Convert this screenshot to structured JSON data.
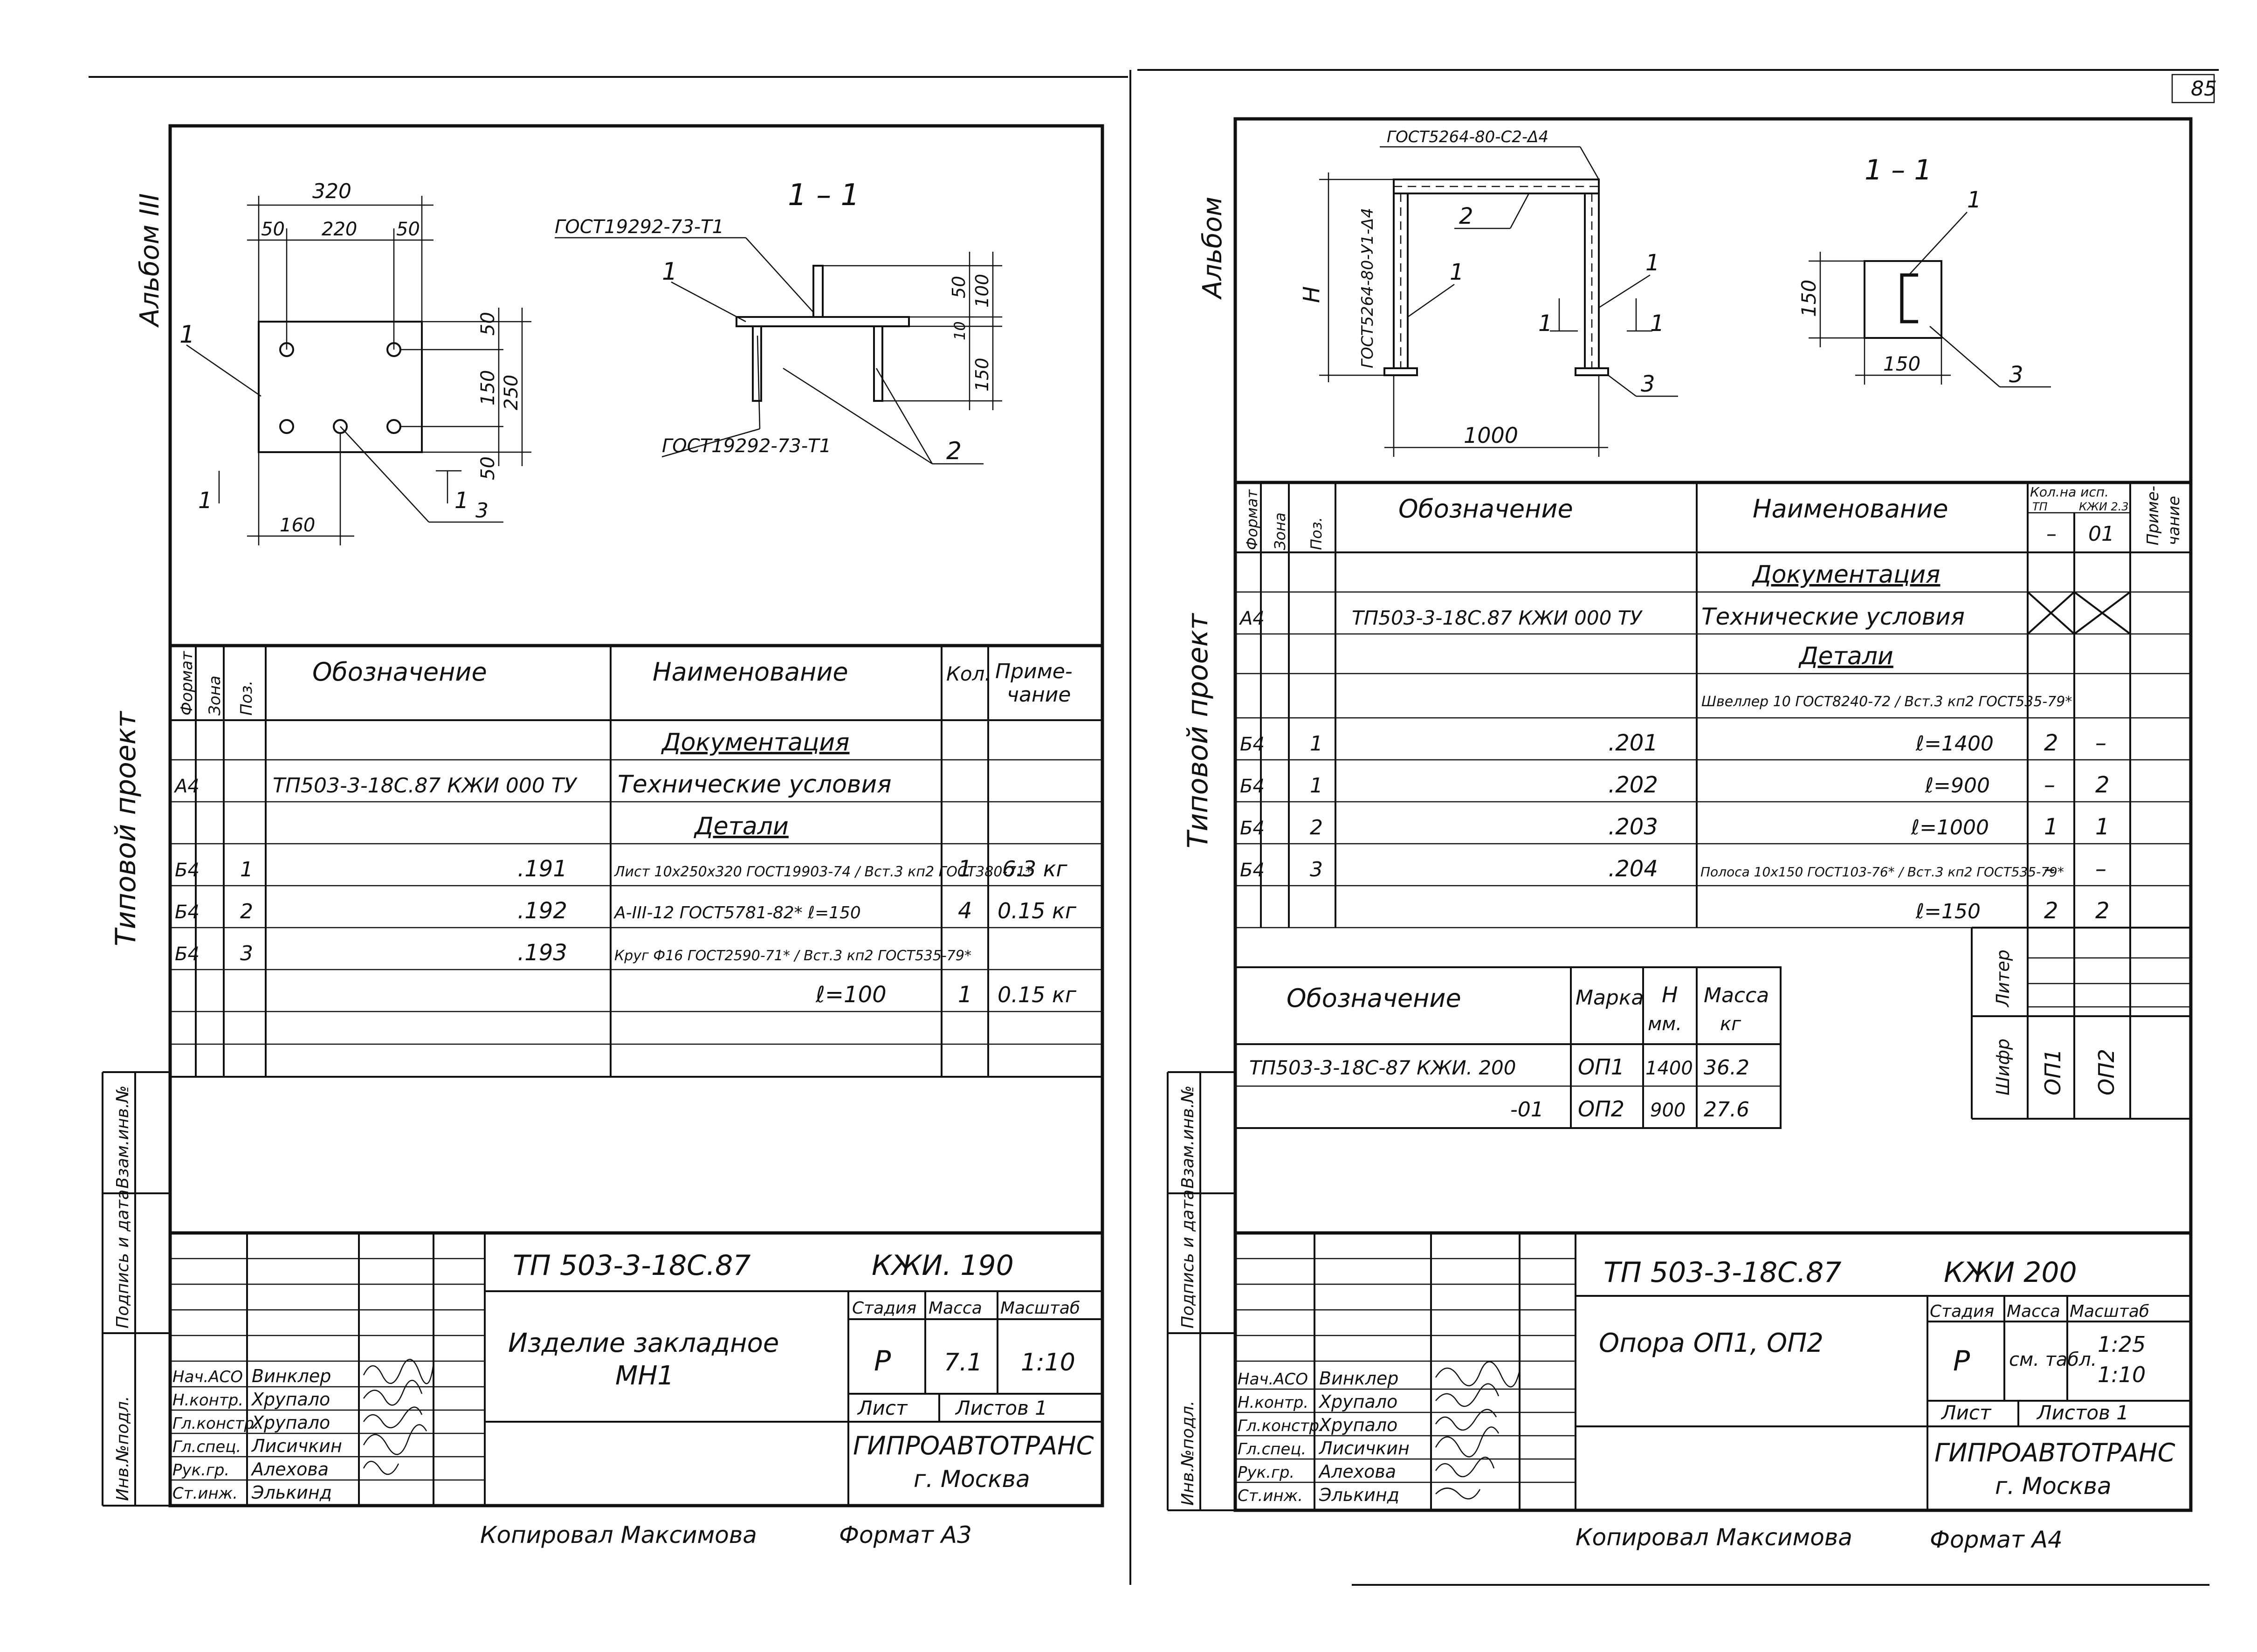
{
  "page_number": "85",
  "left": {
    "album": "Альбом III",
    "side_label": "Типовой проект",
    "drawing": {
      "dim_total": "320",
      "dim_50a": "50",
      "dim_220": "220",
      "dim_50b": "50",
      "dim_r50a": "50",
      "dim_r150": "150",
      "dim_r250": "250",
      "dim_r50b": "50",
      "dim_160": "160",
      "leader_1": "1",
      "leader_3": "3",
      "cut_left": "1",
      "cut_right": "1",
      "section_title": "1 – 1",
      "gost_top": "ГОСТ19292-73-Т1",
      "gost_bottom": "ГОСТ19292-73-Т1",
      "sec_leader_1": "1",
      "sec_leader_2": "2",
      "sec_dim_50": "50",
      "sec_dim_100": "100",
      "sec_dim_10": "10",
      "sec_dim_150": "150"
    },
    "spec": {
      "h_format": "Формат",
      "h_zone": "Зона",
      "h_pos": "Поз.",
      "h_designation": "Обозначение",
      "h_name": "Наименование",
      "h_qty": "Кол.",
      "h_note": "Приме-\nчание",
      "sec_docs": "Документация",
      "doc_row": {
        "format": "А4",
        "designation": "ТП503-3-18С.87 КЖИ 000 ТУ",
        "name": "Технические условия"
      },
      "sec_parts": "Детали",
      "rows": [
        {
          "format": "Б4",
          "pos": "1",
          "designation": ".191",
          "name": "Лист 10х250х320 ГОСТ19903-74 / Вст.3 кп2 ГОСТ380-71*",
          "qty": "1",
          "note": "6.3 кг"
        },
        {
          "format": "Б4",
          "pos": "2",
          "designation": ".192",
          "name": "А-III-12 ГОСТ5781-82* ℓ=150",
          "qty": "4",
          "note": "0.15 кг"
        },
        {
          "format": "Б4",
          "pos": "3",
          "designation": ".193",
          "name": "Круг Ф16 ГОСТ2590-71* / Вст.3 кп2 ГОСТ535-79*",
          "qty": "",
          "note": ""
        },
        {
          "format": "",
          "pos": "",
          "designation": "",
          "name": "ℓ=100",
          "qty": "1",
          "note": "0.15 кг"
        }
      ]
    },
    "side_stamp": [
      "Инв.№подл.",
      "Подпись и дата",
      "Взам.инв.№"
    ],
    "title_block": {
      "doc_code": "ТП 503-3-18С.87",
      "mark": "КЖИ. 190",
      "title_line1": "Изделие закладное",
      "title_line2": "МН1",
      "stage_h": "Стадия",
      "mass_h": "Масса",
      "scale_h": "Масштаб",
      "stage": "Р",
      "mass": "7.1",
      "scale": "1:10",
      "sheet_h": "Лист",
      "sheets_h": "Листов 1",
      "org": "ГИПРОАВТОТРАНС",
      "city": "г. Москва",
      "roles": [
        "Нач.АСО",
        "Н.контр.",
        "Гл.констр.",
        "Гл.спец.",
        "Рук.гр.",
        "Ст.инж."
      ],
      "names": [
        "Винклер",
        "Хрупало",
        "Хрупало",
        "Лисичкин",
        "Алехова",
        "Элькинд"
      ]
    },
    "footer_copied": "Копировал Максимова",
    "footer_format": "Формат А3"
  },
  "right": {
    "album": "Альбом",
    "side_label": "Типовой проект",
    "drawing": {
      "gost_top": "ГОСТ5264-80-С2-Δ4",
      "gost_side": "ГОСТ5264-80-У1-Δ4",
      "dim_h": "H",
      "dim_1000": "1000",
      "leader_1a": "1",
      "leader_1b": "1",
      "leader_2": "2",
      "leader_3": "3",
      "cut_left": "1",
      "cut_right": "1",
      "section_title": "1 – 1",
      "sec_leader_1": "1",
      "sec_leader_3": "3",
      "sec_dim_150v": "150",
      "sec_dim_150h": "150"
    },
    "spec": {
      "h_format": "Формат",
      "h_zone": "Зона",
      "h_pos": "Поз.",
      "h_designation": "Обозначение",
      "h_name": "Наименование",
      "h_qty": "Кол.на исп.",
      "h_qty_sub_a": "ТП",
      "h_qty_sub_b": "КЖИ 2.3",
      "h_col_a": "–",
      "h_col_b": "01",
      "h_note": "Приме-\nчание",
      "sec_docs": "Документация",
      "doc_row": {
        "format": "А4",
        "designation": "ТП503-3-18С.87  КЖИ 000 ТУ",
        "name": "Технические условия"
      },
      "sec_parts": "Детали",
      "channel": "Швеллер 10 ГОСТ8240-72 / Вст.3 кп2 ГОСТ535-79*",
      "rows": [
        {
          "format": "Б4",
          "pos": "1",
          "designation": ".201",
          "name": "ℓ=1400",
          "qa": "2",
          "qb": "–"
        },
        {
          "format": "Б4",
          "pos": "1",
          "designation": ".202",
          "name": "ℓ=900",
          "qa": "–",
          "qb": "2"
        },
        {
          "format": "Б4",
          "pos": "2",
          "designation": ".203",
          "name": "ℓ=1000",
          "qa": "1",
          "qb": "1"
        },
        {
          "format": "Б4",
          "pos": "3",
          "designation": ".204",
          "name": "Полоса 10х150 ГОСТ103-76* / Вст.3 кп2 ГОСТ535-79*",
          "qa": "–",
          "qb": "–"
        },
        {
          "format": "",
          "pos": "",
          "designation": "",
          "name": "ℓ=150",
          "qa": "2",
          "qb": "2"
        }
      ],
      "liter_h": "Литер",
      "shifr_h": "Шифр",
      "shifr_a": "ОП1",
      "shifr_b": "ОП2"
    },
    "variants": {
      "h_designation": "Обозначение",
      "h_mark": "Марка",
      "h_h": "H",
      "h_h_unit": "мм.",
      "h_mass": "Масса",
      "h_mass_unit": "кг",
      "rows": [
        {
          "designation": "ТП503-3-18С-87  КЖИ. 200",
          "mark": "ОП1",
          "h": "1400",
          "mass": "36.2"
        },
        {
          "designation": "-01",
          "mark": "ОП2",
          "h": "900",
          "mass": "27.6"
        }
      ]
    },
    "side_stamp": [
      "Инв.№подл.",
      "Подпись и дата",
      "Взам.инв.№"
    ],
    "title_block": {
      "doc_code": "ТП 503-3-18С.87",
      "mark": "КЖИ 200",
      "title": "Опора ОП1, ОП2",
      "stage_h": "Стадия",
      "mass_h": "Масса",
      "scale_h": "Масштаб",
      "stage": "Р",
      "mass": "см. табл.",
      "scale_a": "1:25",
      "scale_b": "1:10",
      "sheet_h": "Лист",
      "sheets_h": "Листов 1",
      "org": "ГИПРОАВТОТРАНС",
      "city": "г. Москва",
      "roles": [
        "Нач.АСО",
        "Н.контр.",
        "Гл.констр.",
        "Гл.спец.",
        "Рук.гр.",
        "Ст.инж."
      ],
      "names": [
        "Винклер",
        "Хрупало",
        "Хрупало",
        "Лисичкин",
        "Алехова",
        "Элькинд"
      ]
    },
    "footer_copied": "Копировал Максимова",
    "footer_format": "Формат А4"
  }
}
